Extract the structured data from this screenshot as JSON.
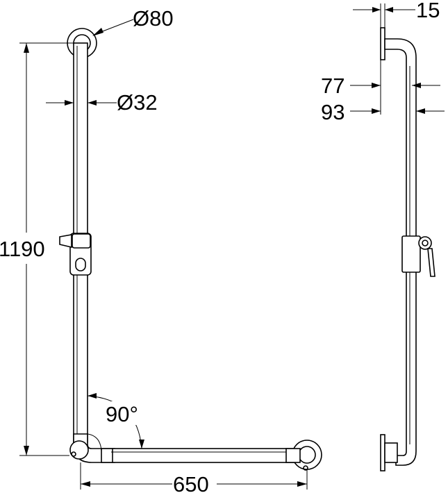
{
  "dimensions": {
    "flange_diameter": "Ø80",
    "tube_diameter": "Ø32",
    "vertical_length": "1190",
    "horizontal_length": "650",
    "angle": "90°",
    "flange_depth": "15",
    "inner_projection": "77",
    "outer_projection": "93"
  }
}
